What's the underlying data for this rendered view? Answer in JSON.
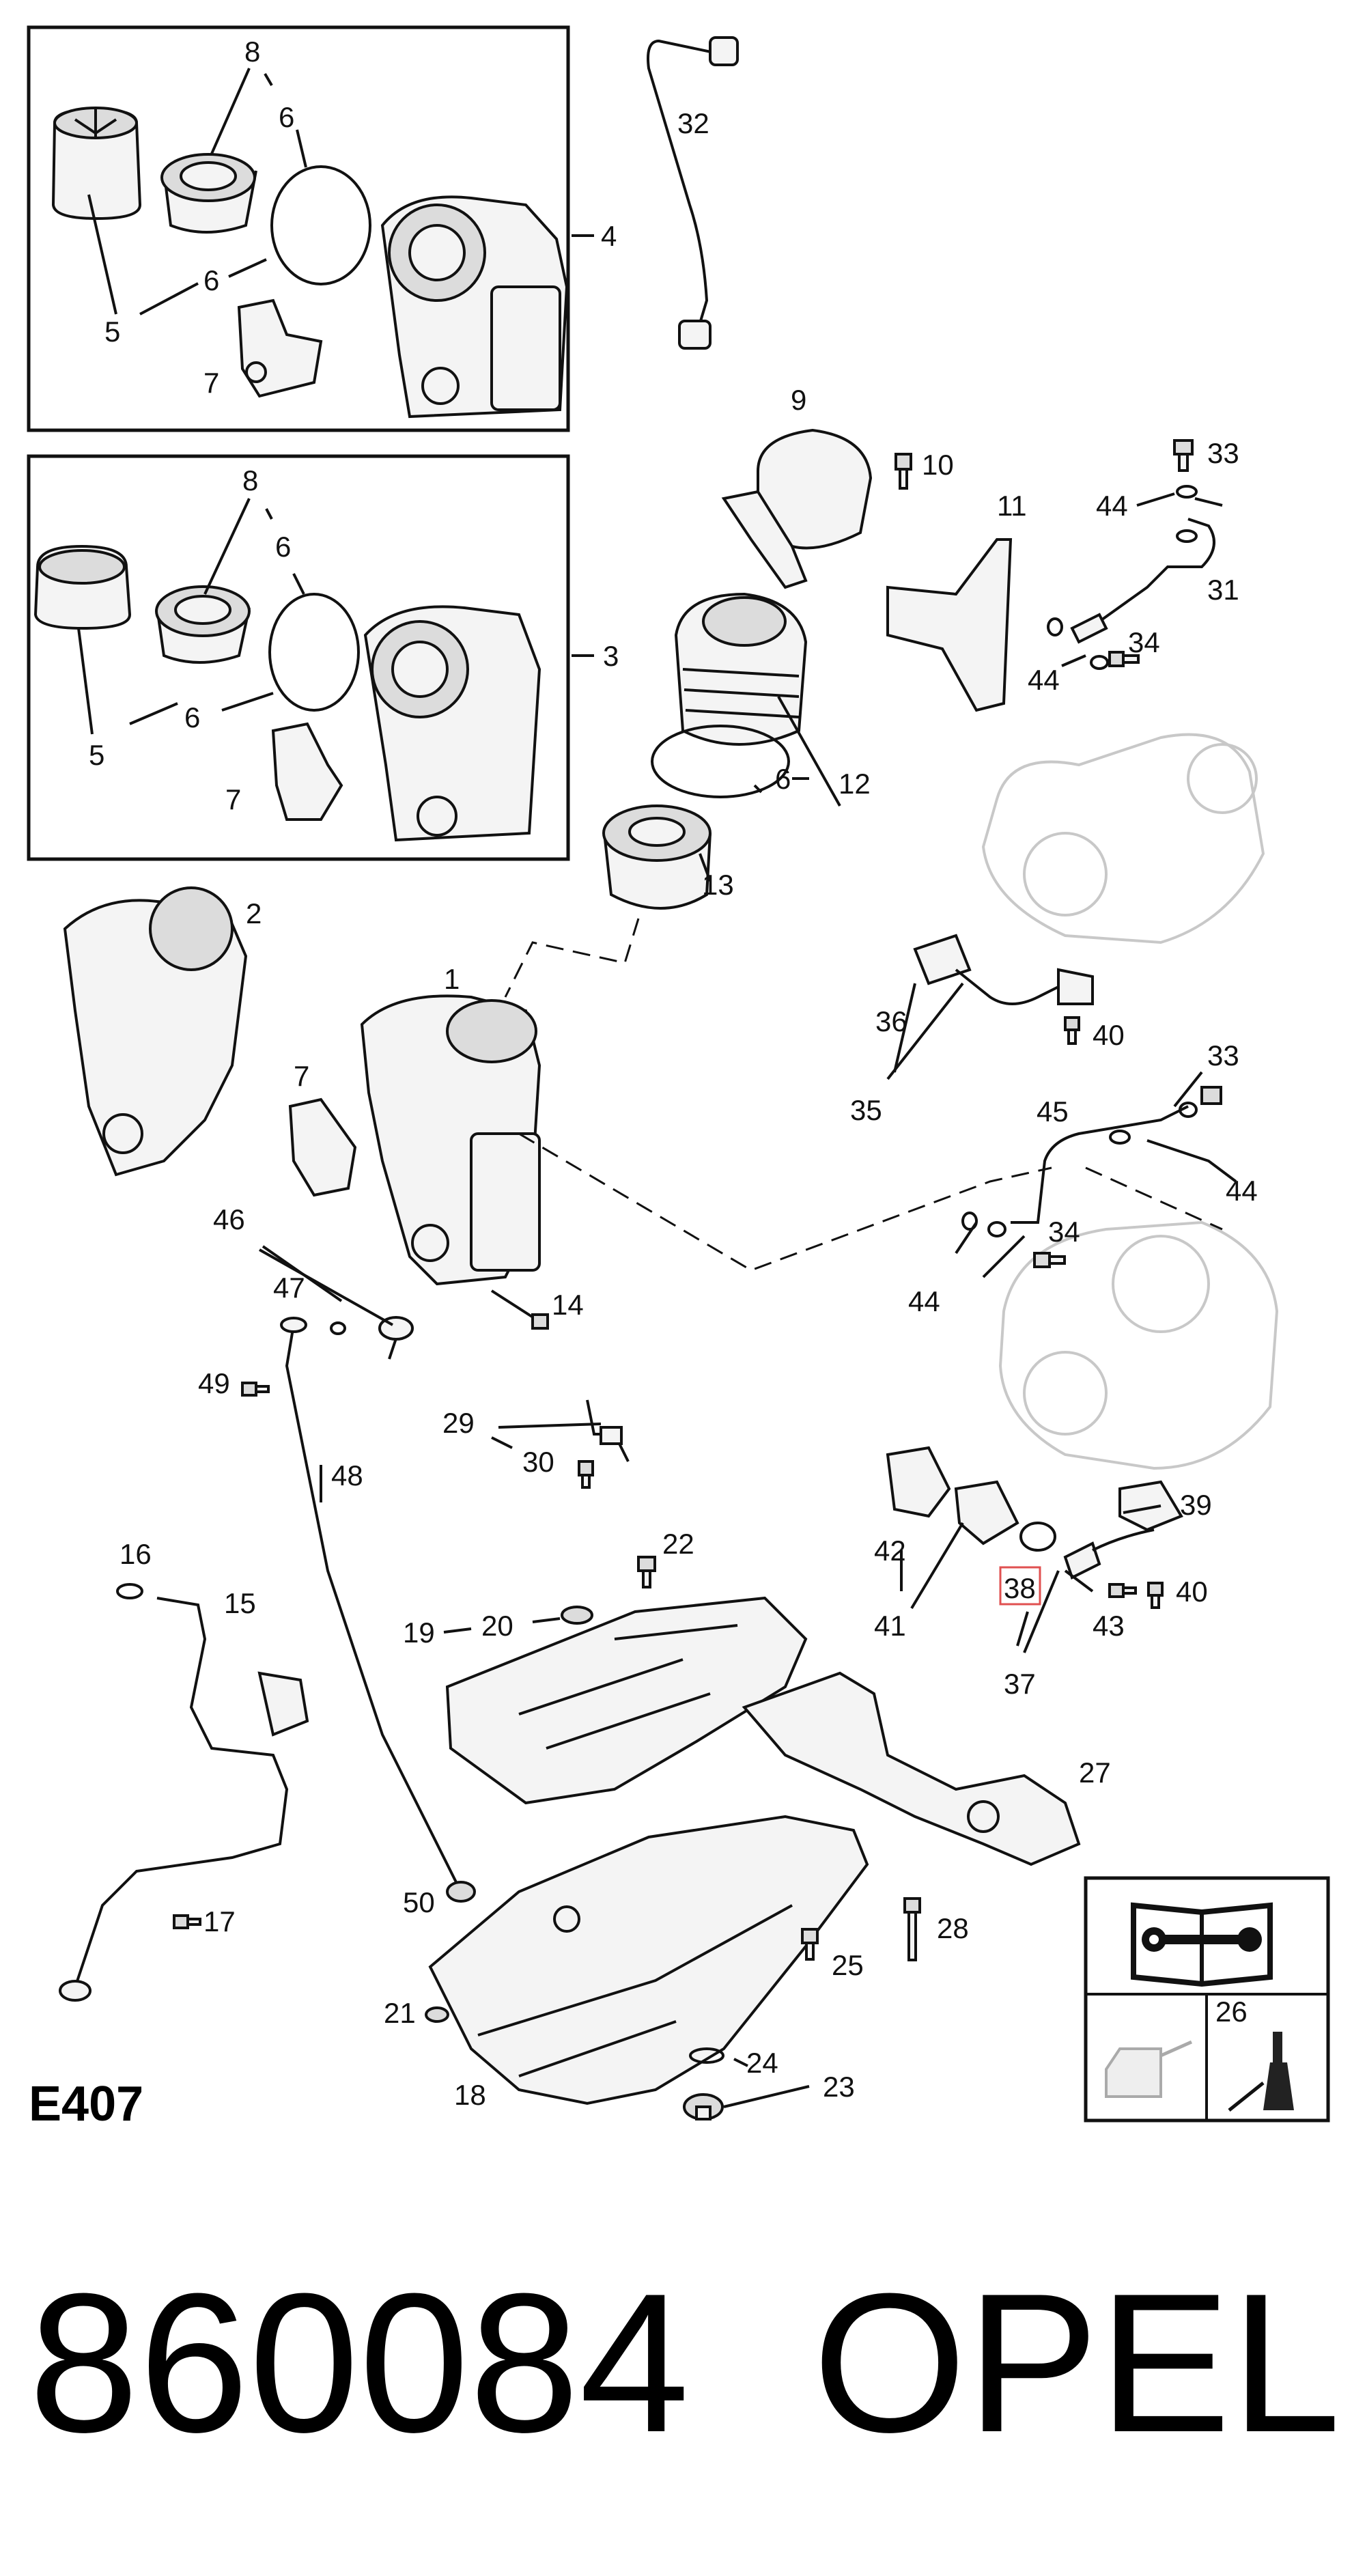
{
  "diagram_code": "E407",
  "part_number": "860084",
  "brand": "OPEL",
  "highlighted_callout": "38",
  "highlight_color": "#e05050",
  "callouts": {
    "c1": "1",
    "c2": "2",
    "c3": "3",
    "c4": "4",
    "c5a": "5",
    "c5b": "5",
    "c6a": "6",
    "c6b": "6",
    "c6c": "6",
    "c6d": "6",
    "c6e": "6",
    "c7a": "7",
    "c7b": "7",
    "c7c": "7",
    "c8a": "8",
    "c8b": "8",
    "c9": "9",
    "c10": "10",
    "c11": "11",
    "c12": "12",
    "c13": "13",
    "c14": "14",
    "c15": "15",
    "c16": "16",
    "c17": "17",
    "c18": "18",
    "c19": "19",
    "c20": "20",
    "c21": "21",
    "c22": "22",
    "c23": "23",
    "c24": "24",
    "c25": "25",
    "c26": "26",
    "c27": "27",
    "c28": "28",
    "c29": "29",
    "c30": "30",
    "c31": "31",
    "c32": "32",
    "c33a": "33",
    "c33b": "33",
    "c34a": "34",
    "c34b": "34",
    "c35": "35",
    "c36": "36",
    "c37": "37",
    "c38": "38",
    "c39": "39",
    "c40a": "40",
    "c40b": "40",
    "c41": "41",
    "c42": "42",
    "c43": "43",
    "c44a": "44",
    "c44b": "44",
    "c44c": "44",
    "c44d": "44",
    "c45": "45",
    "c46": "46",
    "c47": "47",
    "c48": "48",
    "c49": "49",
    "c50": "50"
  }
}
